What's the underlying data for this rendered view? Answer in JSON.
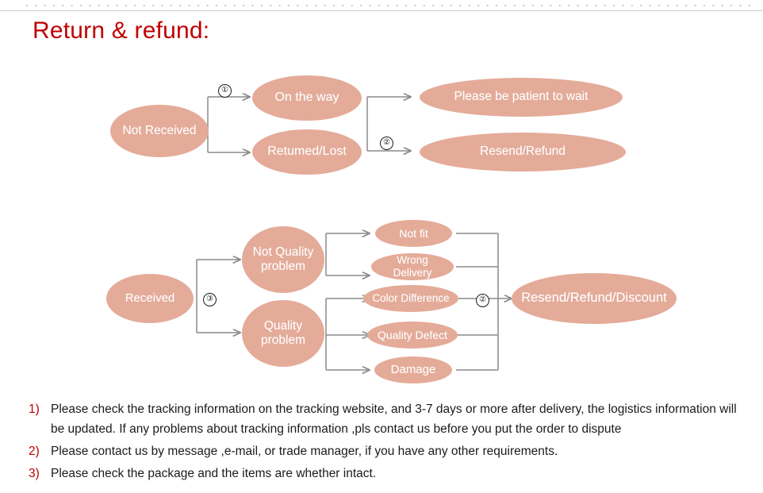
{
  "page": {
    "title": "Return & refund:"
  },
  "flow_not_received": {
    "start": {
      "label": "Not Received"
    },
    "step_one": "①",
    "step_two": "②",
    "middle": [
      {
        "label": "On the way"
      },
      {
        "label": "Retumed/Lost"
      }
    ],
    "outcomes": [
      {
        "label": "Please be patient to wait"
      },
      {
        "label": "Resend/Refund"
      }
    ]
  },
  "flow_received": {
    "start": {
      "label": "Received"
    },
    "step_three": "③",
    "step_two": "②",
    "categories": [
      {
        "label": "Not Quality problem"
      },
      {
        "label": "Quality problem"
      }
    ],
    "reasons": [
      {
        "label": "Not fit"
      },
      {
        "label": "Wrong Delivery"
      },
      {
        "label": "Color Difference"
      },
      {
        "label": "Quality Defect"
      },
      {
        "label": "Damage"
      }
    ],
    "outcome": {
      "label": "Resend/Refund/Discount"
    }
  },
  "notes": [
    {
      "marker": "1)",
      "text": "Please check the tracking information on the tracking website, and 3-7 days or more after delivery, the logistics information will be updated. If any problems about tracking information ,pls contact us before you put the order to dispute"
    },
    {
      "marker": "2)",
      "text": "Please contact us by message ,e-mail, or trade manager, if you have any other requirements."
    },
    {
      "marker": "3)",
      "text": "Please check the package and the items are whether intact."
    }
  ],
  "colors": {
    "title": "#c00000",
    "oval_fill": "#e4ab99",
    "oval_text": "#ffffff",
    "connector": "#808080",
    "note_marker": "#c00000",
    "note_text": "#1b1b1b"
  }
}
